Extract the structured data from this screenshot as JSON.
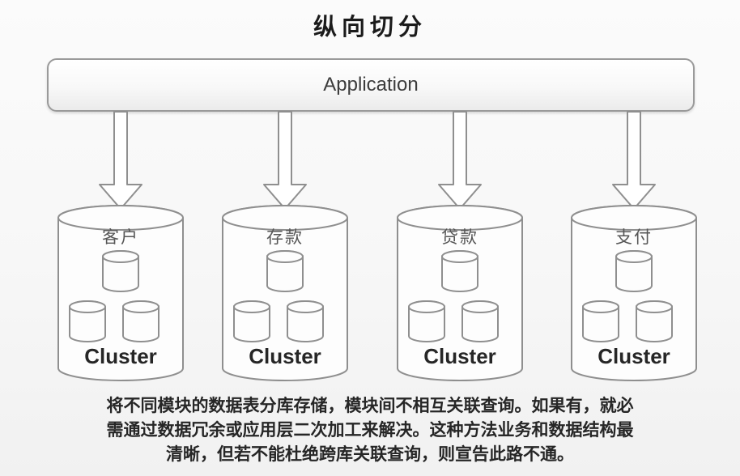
{
  "title": "纵向切分",
  "application": {
    "label": "Application"
  },
  "clusters": [
    {
      "label": "客户",
      "cluster_label": "Cluster"
    },
    {
      "label": "存款",
      "cluster_label": "Cluster"
    },
    {
      "label": "贷款",
      "cluster_label": "Cluster"
    },
    {
      "label": "支付",
      "cluster_label": "Cluster"
    }
  ],
  "description": {
    "line1": "将不同模块的数据表分库存储，模块间不相互关联查询。如果有，就必",
    "line2": "需通过数据冗余或应用层二次加工来解决。这种方法业务和数据结构最",
    "line3": "清晰，但若不能杜绝跨库关联查询，则宣告此路不通。"
  },
  "colors": {
    "outline": "#8f8f8f",
    "background": "#f7f7f7",
    "text": "#262626"
  }
}
